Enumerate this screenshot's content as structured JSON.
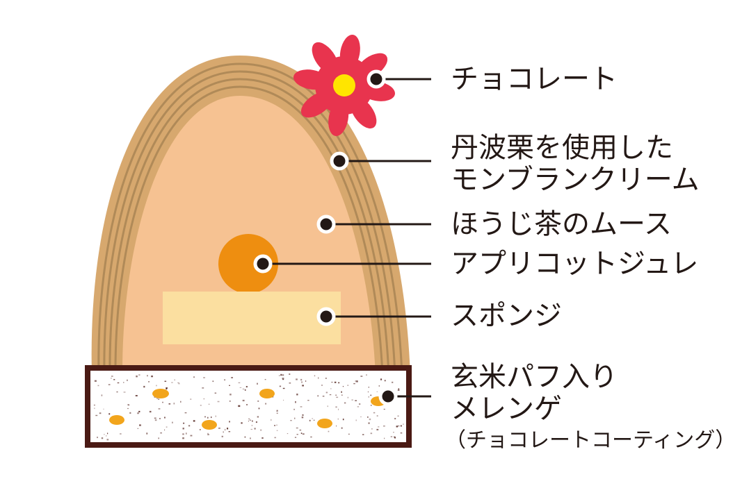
{
  "labels": {
    "chocolate": "チョコレート",
    "cream_line1": "丹波栗を使用した",
    "cream_line2": "モンブランクリーム",
    "mousse": "ほうじ茶のムース",
    "apricot": "アプリコットジュレ",
    "sponge": "スポンジ",
    "meringue_line1": "玄米パフ入り",
    "meringue_line2": "メレンゲ",
    "meringue_line3": "（チョコレートコーティング）"
  },
  "colors": {
    "cream_outer": "#D7A86E",
    "cream_stripe": "#B08A58",
    "mousse": "#F6C292",
    "apricot": "#EE8E10",
    "sponge": "#FBDFA0",
    "meringue": "#FFFFFF",
    "meringue_border": "#4A1A14",
    "puff": "#F2A51C",
    "flower": "#E8344E",
    "flower_center": "#FFE500",
    "line": "#231815"
  }
}
